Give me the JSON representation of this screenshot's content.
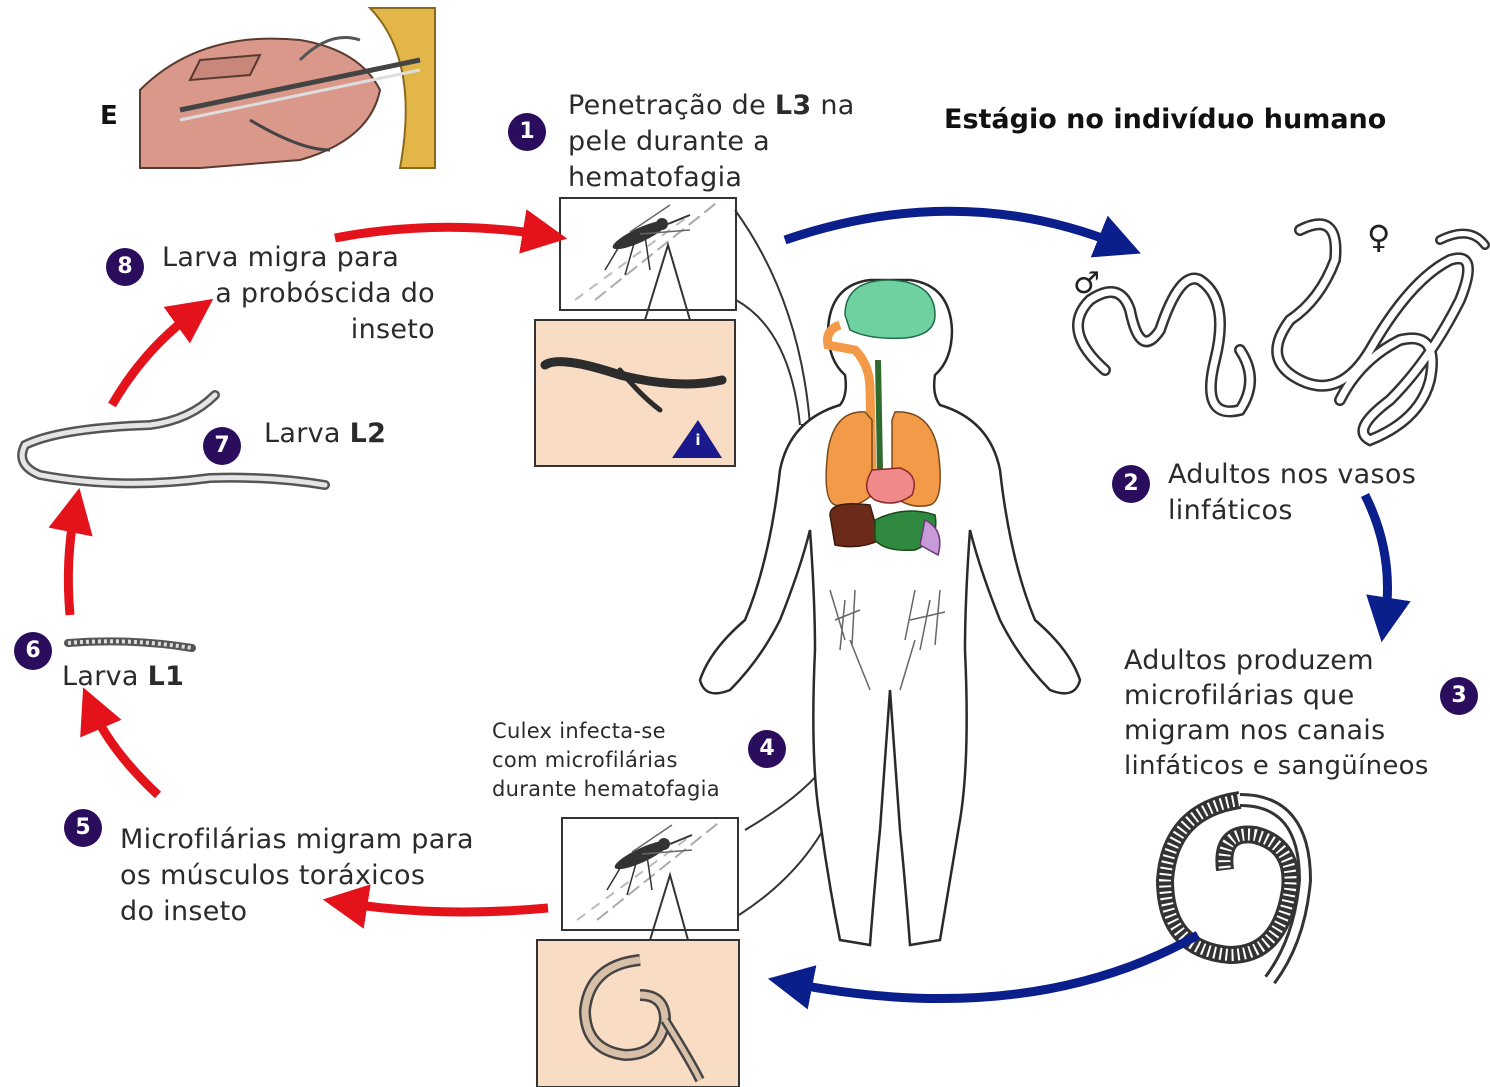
{
  "title": "Estágio no indivíduo humano",
  "inset_partial_label": "E",
  "steps": [
    {
      "number": "1",
      "lines": [
        "Penetração de ",
        "L3",
        " na",
        "pele durante a",
        "hematofagia"
      ]
    },
    {
      "number": "2",
      "lines": [
        "Adultos nos vasos",
        "linfáticos"
      ]
    },
    {
      "number": "3",
      "lines": [
        "Adultos produzem",
        "microfilárias que",
        "migram nos canais",
        "linfáticos e sangüíneos"
      ]
    },
    {
      "number": "4",
      "lines": [
        "Culex infecta-se",
        "com microfilárias",
        "durante hematofagia"
      ]
    },
    {
      "number": "5",
      "lines": [
        "Microfilárias migram para",
        "os músculos toráxicos",
        "do inseto"
      ]
    },
    {
      "number": "6",
      "label": "Larva ",
      "stage": "L1"
    },
    {
      "number": "7",
      "label": "Larva ",
      "stage": "L2"
    },
    {
      "number": "8",
      "lines": [
        "Larva migra para",
        "a probóscida do",
        "inseto"
      ]
    }
  ],
  "infective_marker": "i",
  "sex_symbols": {
    "male": "♂",
    "female": "♀"
  },
  "colors": {
    "human_cycle_arrow": "#0b1f8c",
    "vector_cycle_arrow": "#e4121a",
    "badge": "#2a0d5c",
    "panel_bg": "#f9dcc4",
    "brain": "#6fd0a0",
    "lungs": "#f39a48",
    "heart": "#f08a8a"
  }
}
